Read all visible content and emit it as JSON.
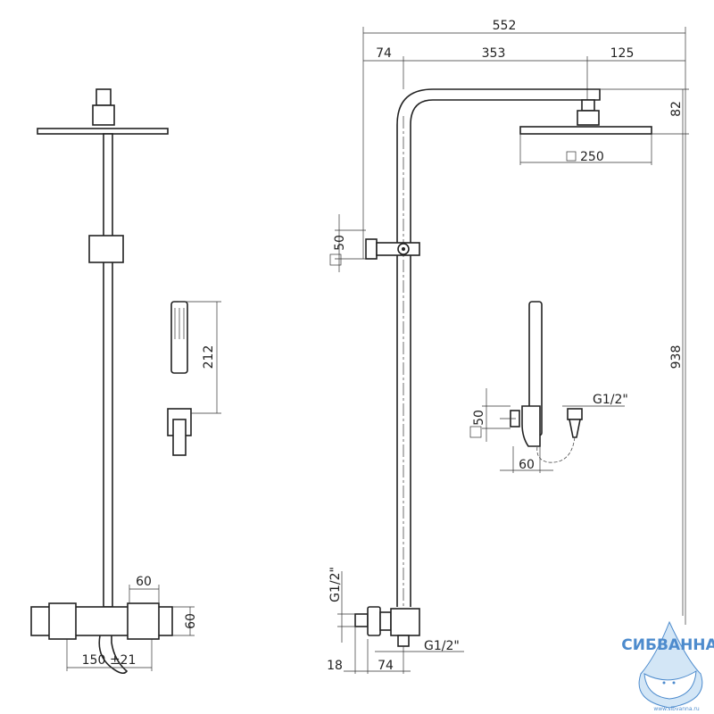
{
  "drawing": {
    "front_view": {
      "dim_handshower_length": "212",
      "dim_mixer_width": "60",
      "dim_mixer_height": "60",
      "dim_center_distance": "150 ±21"
    },
    "side_view": {
      "dim_total_reach": "552",
      "dim_wall_offset": "74",
      "dim_arm": "353",
      "dim_head_offset": "125",
      "dim_head_height": "82",
      "dim_head_size": "250",
      "dim_bracket": "50",
      "dim_total_height": "938",
      "dim_holder": "50",
      "dim_holder_depth": "60",
      "thread_hose": "G1/2\"",
      "thread_inlet": "G1/2\"",
      "thread_outlet": "G1/2\"",
      "dim_valve_wall": "18",
      "dim_valve_offset": "74"
    }
  },
  "watermark": {
    "brand": "СИБВАННА",
    "url": "www.sibvanna.ru",
    "color": "#3a7fc8"
  }
}
